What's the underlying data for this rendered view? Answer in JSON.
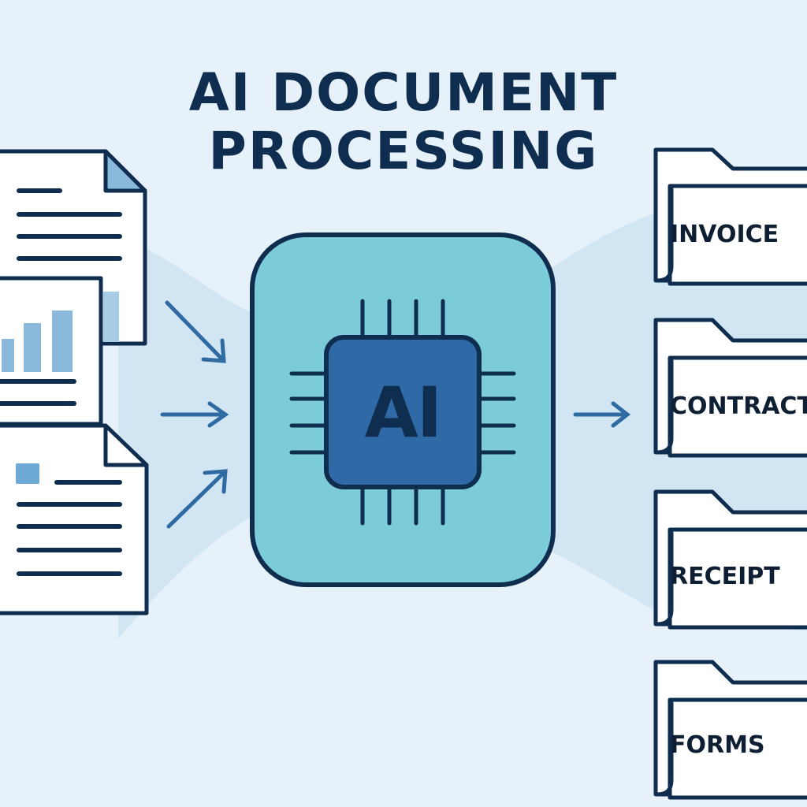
{
  "title": {
    "line1": "AI DOCUMENT",
    "line2": "PROCESSING"
  },
  "processor": {
    "label": "AI",
    "icon": "chip-icon"
  },
  "input_documents": [
    {
      "icon": "text-document-icon"
    },
    {
      "icon": "bar-chart-document-icon"
    },
    {
      "icon": "form-document-icon"
    }
  ],
  "output_folders": [
    {
      "label": "INVOICE",
      "icon": "folder-icon"
    },
    {
      "label": "CONTRACT",
      "icon": "folder-icon"
    },
    {
      "label": "RECEIPT",
      "icon": "folder-icon"
    },
    {
      "label": "FORMS",
      "icon": "folder-icon"
    }
  ],
  "colors": {
    "background": "#e6f1f9",
    "ink": "#0f2d4f",
    "arrow": "#2f6aa3",
    "processor_box": "#7ccbd9",
    "chip_core": "#2f69a6",
    "light_blue": "#8ab9db"
  }
}
